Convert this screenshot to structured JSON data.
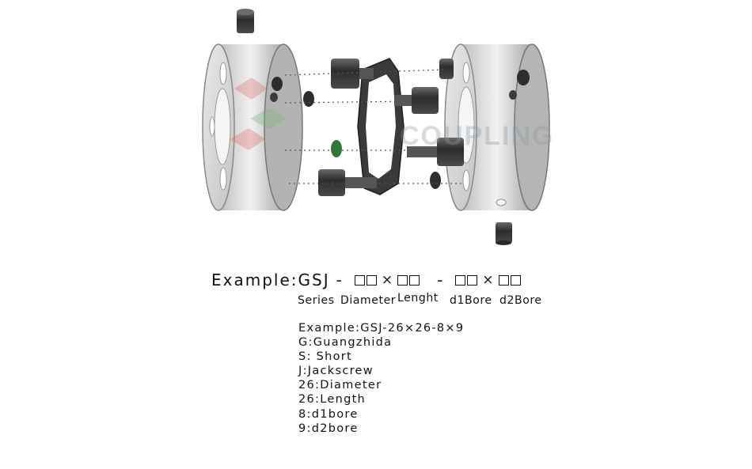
{
  "watermark": {
    "brand_text": "COUPLING",
    "mark_color": "#e06a6a",
    "mark_color_2": "#7ab87a"
  },
  "code": {
    "prefix": "Example:GSJ",
    "dash": "-",
    "times": "×"
  },
  "labels": {
    "series": "Series",
    "diameter": "Diameter",
    "length": "Lenght",
    "d1bore": "d1Bore",
    "d2bore": "d2Bore"
  },
  "legend": [
    "Example:GSJ-26×26-8×9",
    "G:Guangzhida",
    "S: Short",
    "J:Jackscrew",
    "26:Diameter",
    "26:Length",
    "8:d1bore",
    "9:d2bore"
  ],
  "colors": {
    "text": "#111111",
    "metal": "#dcdcdc",
    "dark": "#3a3a3a",
    "accent_green": "#2f7a3a"
  }
}
